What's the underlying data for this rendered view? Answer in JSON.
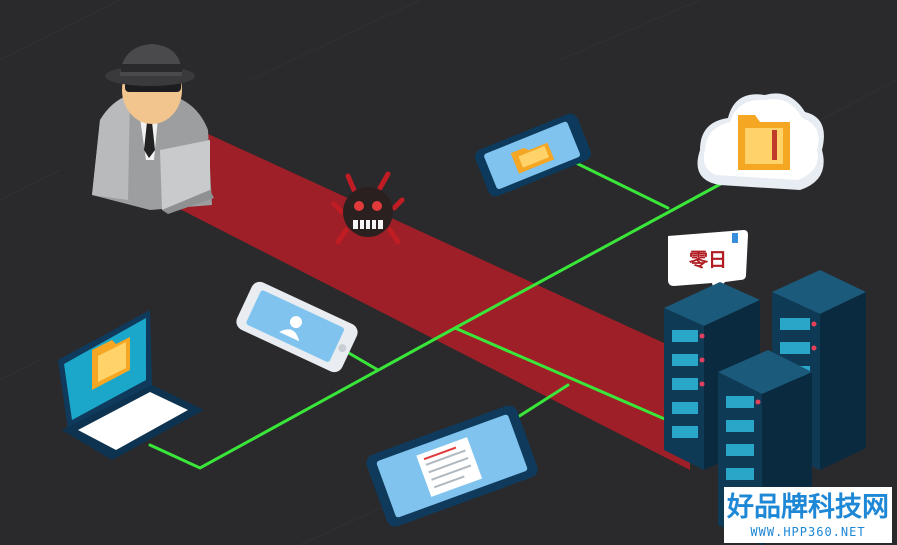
{
  "scene": {
    "background_color": "#2a2a2c",
    "attack_path_color": "#9e1f27",
    "network_line_color": "#39e639"
  },
  "speech_bubble": {
    "text": "零日"
  },
  "watermark": {
    "title": "好品牌科技网",
    "url": "WWW.HPP360.NET"
  },
  "icons": [
    "hacker-icon",
    "virus-bug-icon",
    "cloud-folder-icon",
    "phone-folder-icon",
    "phone-contact-icon",
    "laptop-folder-icon",
    "tablet-document-icon",
    "server-rack-icon"
  ]
}
